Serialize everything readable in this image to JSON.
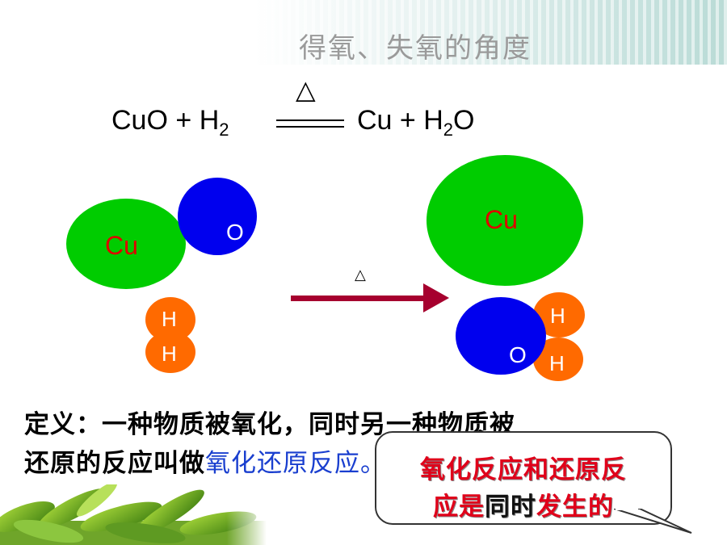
{
  "title": "得氧、失氧的角度",
  "equation": {
    "reactant1": "CuO",
    "plus1": "+",
    "reactant2": "H",
    "reactant2_sub": "2",
    "condition": "△",
    "product1": "Cu",
    "plus2": "+",
    "product2_h": "H",
    "product2_sub": "2",
    "product2_o": "O"
  },
  "left_molecules": {
    "cu_label": "Cu",
    "o_label": "O",
    "h1_label": "H",
    "h2_label": "H"
  },
  "arrow_condition": "△",
  "right_molecules": {
    "cu_label": "Cu",
    "o_label": "O",
    "h1_label": "H",
    "h2_label": "H"
  },
  "definition": {
    "line1": "定义：一种物质被氧化，同时另一种物质被",
    "line2_prefix": "还原的反应叫做",
    "line2_highlight": "氧化还原反应。"
  },
  "callout": {
    "line1": "氧化反应和还原反",
    "line2_a": "应是",
    "line2_b": "同时",
    "line2_c": "发生的"
  },
  "colors": {
    "cu_atom": "#00cc00",
    "o_atom": "#0000ee",
    "h_atom": "#ff6a00",
    "arrow": "#a6002e",
    "highlight_blue": "#1a3fcf",
    "callout_red": "#e0001a"
  }
}
